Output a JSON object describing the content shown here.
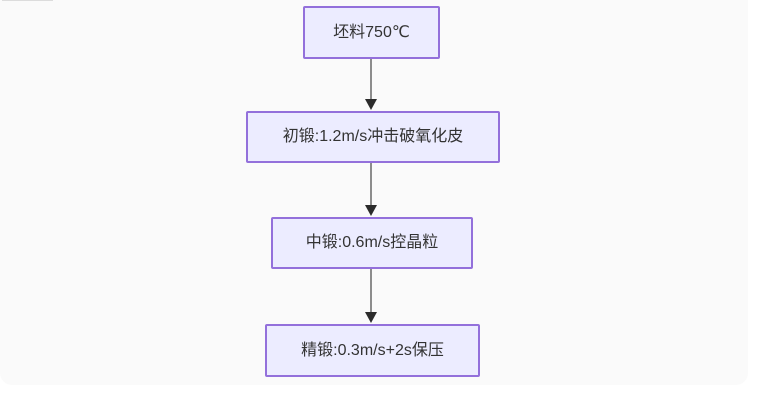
{
  "window": {
    "background": "#ffffff",
    "canvas_background": "#fafafa"
  },
  "flowchart": {
    "type": "flowchart",
    "direction": "top-down",
    "node_fill": "#ececff",
    "node_border": "#9370db",
    "node_text_color": "#333333",
    "edge_line_color": "#8c8c8c",
    "edge_arrowhead_color": "#2b2b2b",
    "nodes": [
      {
        "label": "坯料750℃"
      },
      {
        "label": "初锻:1.2m/s冲击破氧化皮"
      },
      {
        "label": "中锻:0.6m/s控晶粒"
      },
      {
        "label": "精锻:0.3m/s+2s保压"
      }
    ],
    "edges": [
      {
        "from_index": 0,
        "to_index": 1
      },
      {
        "from_index": 1,
        "to_index": 2
      },
      {
        "from_index": 2,
        "to_index": 3
      }
    ]
  }
}
